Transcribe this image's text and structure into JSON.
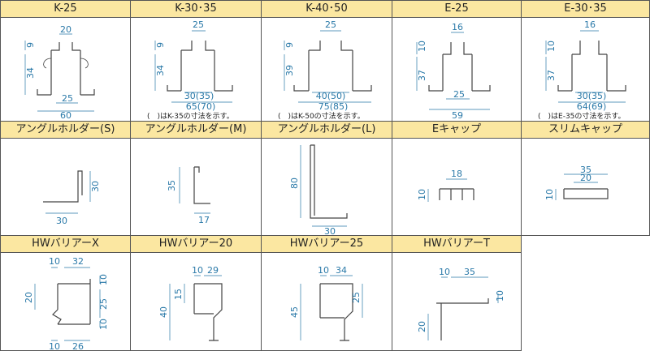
{
  "cells": [
    {
      "title": "K-25",
      "dims": [
        "20",
        "9",
        "34",
        "25",
        "60"
      ]
    },
    {
      "title": "K-30･35",
      "dims": [
        "25",
        "9",
        "34",
        "30(35)",
        "65(70)"
      ],
      "note": "(　)はK-35の寸法を示す。"
    },
    {
      "title": "K-40･50",
      "dims": [
        "25",
        "9",
        "39",
        "40(50)",
        "75(85)"
      ],
      "note": "(　)はK-50の寸法を示す。"
    },
    {
      "title": "E-25",
      "dims": [
        "16",
        "10",
        "37",
        "25",
        "59"
      ]
    },
    {
      "title": "E-30･35",
      "dims": [
        "16",
        "10",
        "37",
        "30(35)",
        "64(69)"
      ],
      "note": "(　)はE-35の寸法を示す。"
    },
    {
      "title": "アングルホルダー(S)",
      "dims": [
        "30",
        "30"
      ]
    },
    {
      "title": "アングルホルダー(M)",
      "dims": [
        "35",
        "17"
      ]
    },
    {
      "title": "アングルホルダー(L)",
      "dims": [
        "80",
        "30"
      ]
    },
    {
      "title": "Eキャップ",
      "dims": [
        "18",
        "10"
      ]
    },
    {
      "title": "スリムキャップ",
      "dims": [
        "35",
        "20",
        "10"
      ]
    },
    {
      "title": "HWバリアーX",
      "dims": [
        "10",
        "32",
        "10",
        "20",
        "25",
        "10",
        "10",
        "26"
      ]
    },
    {
      "title": "HWバリアー20",
      "dims": [
        "10",
        "29",
        "15",
        "40"
      ]
    },
    {
      "title": "HWバリアー25",
      "dims": [
        "10",
        "34",
        "25",
        "45"
      ]
    },
    {
      "title": "HWバリアーT",
      "dims": [
        "10",
        "35",
        "10",
        "20"
      ]
    }
  ]
}
